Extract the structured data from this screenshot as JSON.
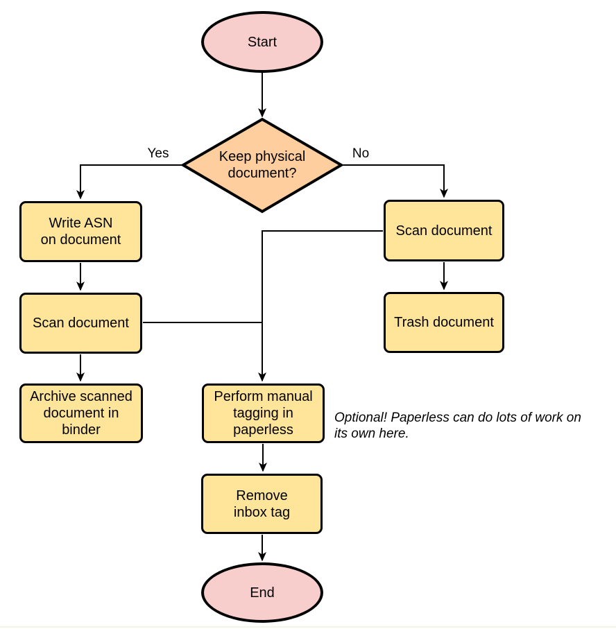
{
  "diagram": {
    "type": "flowchart",
    "colors": {
      "background": "#ffffff",
      "terminal_fill": "#f8cecc",
      "decision_fill": "#ffce9e",
      "process_fill": "#ffe599",
      "shape_border": "#000000",
      "edge_stroke": "#000000",
      "text": "#000000",
      "bottom_rule": "#f4f3e4"
    },
    "nodes": {
      "start": {
        "type": "terminal",
        "label": "Start",
        "lines": [
          "Start"
        ]
      },
      "decision": {
        "type": "decision",
        "label": "Keep physical document?",
        "lines": [
          "Keep physical",
          "document?"
        ]
      },
      "write_asn": {
        "type": "process",
        "label": "Write ASN on document",
        "lines": [
          "Write ASN",
          "on document"
        ]
      },
      "scan_left": {
        "type": "process",
        "label": "Scan document",
        "lines": [
          "Scan document"
        ]
      },
      "archive": {
        "type": "process",
        "label": "Archive scanned document in binder",
        "lines": [
          "Archive scanned",
          "document in",
          "binder"
        ]
      },
      "scan_right": {
        "type": "process",
        "label": "Scan document",
        "lines": [
          "Scan document"
        ]
      },
      "trash": {
        "type": "process",
        "label": "Trash document",
        "lines": [
          "Trash document"
        ]
      },
      "tagging": {
        "type": "process",
        "label": "Perform manual tagging in paperless",
        "lines": [
          "Perform manual",
          "tagging in",
          "paperless"
        ]
      },
      "remove_inbox": {
        "type": "process",
        "label": "Remove inbox tag",
        "lines": [
          "Remove",
          "inbox tag"
        ]
      },
      "end": {
        "type": "terminal",
        "label": "End",
        "lines": [
          "End"
        ]
      }
    },
    "edge_labels": {
      "yes": "Yes",
      "no": "No"
    },
    "note": {
      "text": "Optional! Paperless can do lots of work on its own here.",
      "lines": [
        "Optional! Paperless can do lots of work on",
        "its own here."
      ]
    }
  }
}
